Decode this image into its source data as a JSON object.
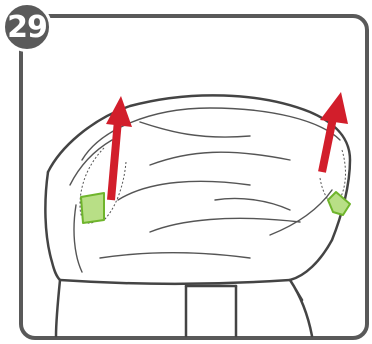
{
  "step": {
    "number": "29"
  },
  "colors": {
    "frame": "#595959",
    "badge": "#5a5a5a",
    "arrow": "#d21e2b",
    "tab_fill": "#b8df86",
    "tab_stroke": "#6fb52c",
    "line": "#444444"
  },
  "icons": {
    "left_arrow": "arrow-up-red",
    "right_arrow": "arrow-up-red",
    "left_tab": "green-tab",
    "right_tab": "green-tab"
  }
}
